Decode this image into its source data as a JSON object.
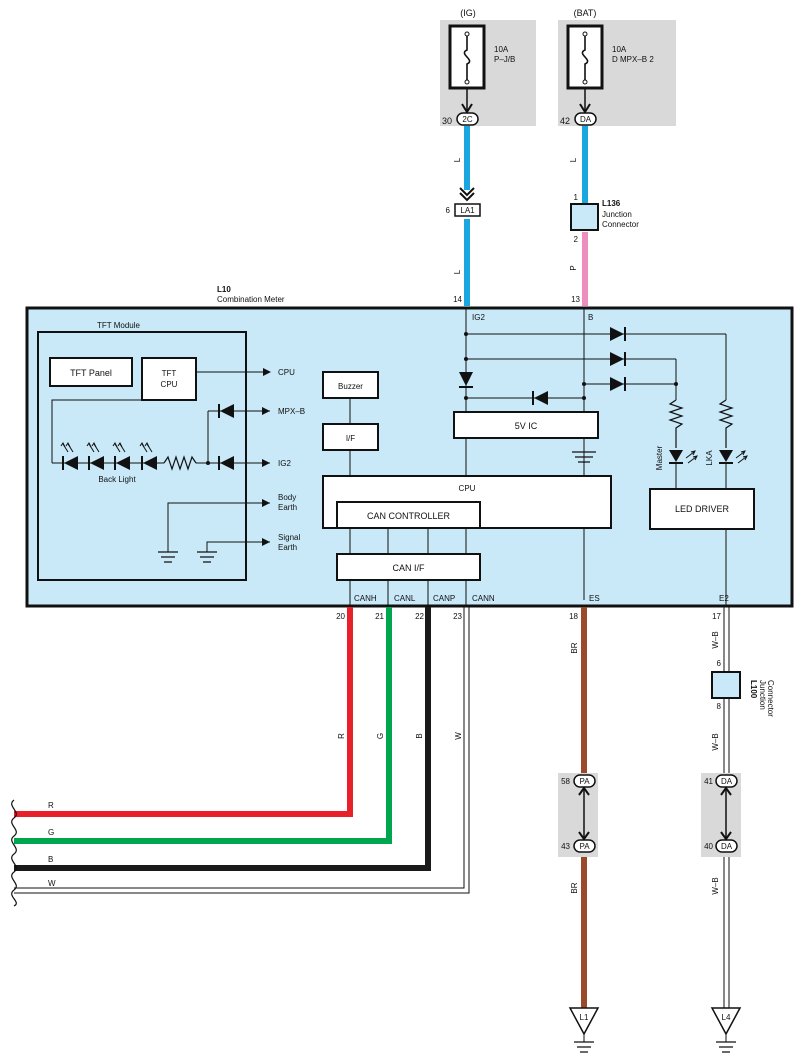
{
  "colors": {
    "fuse_bg": "#d9d9d9",
    "meter_bg": "#c9e9f8",
    "wire_L": "#1aa7e0",
    "wire_P": "#ee8ec0",
    "wire_R": "#e8202a",
    "wire_G": "#00a550",
    "wire_B": "#1a1a1a",
    "wire_BR": "#9a4a2a",
    "line": "#111111"
  },
  "fuses": [
    {
      "supply": "(IG)",
      "rating": "10A",
      "box": "P–J/B",
      "pin": "30",
      "terminal": "2C"
    },
    {
      "supply": "(BAT)",
      "rating": "10A",
      "box": "D MPX–B 2",
      "pin": "42",
      "terminal": "DA"
    }
  ],
  "wire_codes": {
    "l": "L",
    "p": "P",
    "br": "BR",
    "wb": "W–B",
    "r": "R",
    "g": "G",
    "b": "B",
    "w": "W"
  },
  "connectors": {
    "la1": {
      "pin": "6",
      "label": "LA1"
    },
    "l136": {
      "id": "L136",
      "desc1": "Junction",
      "desc2": "Connector",
      "pin_in": "1",
      "pin_out": "2"
    },
    "l100": {
      "id": "L100",
      "desc1": "Junction",
      "desc2": "Connector",
      "pin_in": "6",
      "pin_out": "8"
    },
    "pa": {
      "pin_top": "58",
      "pin_bottom": "43",
      "label": "PA"
    },
    "da": {
      "pin_top": "41",
      "pin_bottom": "40",
      "label": "DA"
    }
  },
  "meter": {
    "id": "L10",
    "name": "Combination Meter",
    "pins_top": [
      {
        "num": "14",
        "name": "IG2"
      },
      {
        "num": "13",
        "name": "B"
      }
    ],
    "pins_bottom": [
      {
        "num": "20",
        "name": "CANH"
      },
      {
        "num": "21",
        "name": "CANL"
      },
      {
        "num": "22",
        "name": "CANP"
      },
      {
        "num": "23",
        "name": "CANN"
      },
      {
        "num": "18",
        "name": "ES"
      },
      {
        "num": "17",
        "name": "E2"
      }
    ],
    "tft_module": {
      "title": "TFT Module",
      "panel": "TFT Panel",
      "cpu_line1": "TFT",
      "cpu_line2": "CPU",
      "backlight": "Back Light",
      "signals": {
        "cpu": "CPU",
        "mpxb": "MPX–B",
        "ig2": "IG2",
        "body1": "Body",
        "body2": "Earth",
        "signal1": "Signal",
        "signal2": "Earth"
      }
    },
    "blocks": {
      "buzzer": "Buzzer",
      "if": "I/F",
      "ic5v": "5V IC",
      "cpu": "CPU",
      "can_controller": "CAN CONTROLLER",
      "can_if": "CAN I/F",
      "led_driver": "LED DRIVER",
      "master": "Master",
      "lka": "LKA"
    }
  },
  "grounds": [
    {
      "label": "L1"
    },
    {
      "label": "L4"
    }
  ]
}
